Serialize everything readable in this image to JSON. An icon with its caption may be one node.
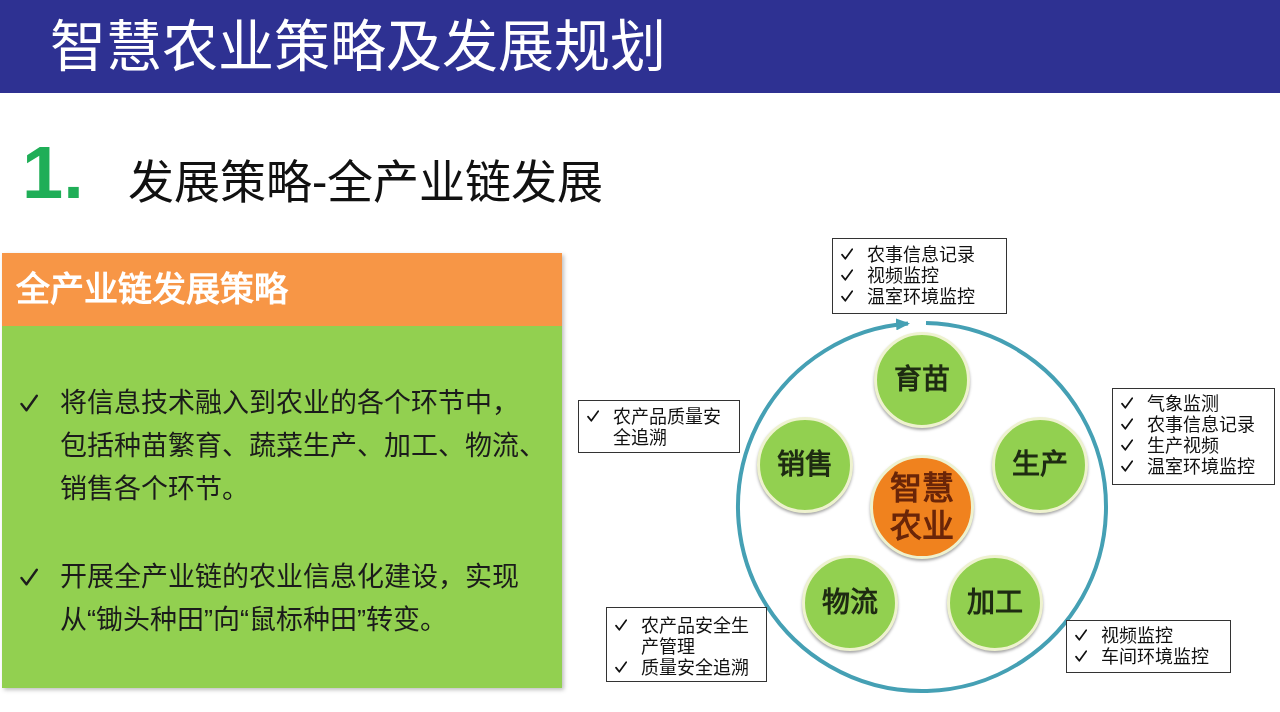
{
  "diagram": {
    "title": "智慧农业策略及发展规划",
    "nodes": [
      {
        "text": [
          "全产业链发展策略",
          "将信息技术融入到农业的各个环节中，包括种苗繁育、蔬菜生产、加工、物流、销售各个环节。",
          "开展全产业链的农业信息化建设，实现从“锄头种田”向“鼠标种田”转变。"
        ]
      },
      {
        "text": [
          "智慧农业"
        ]
      },
      {
        "text": [
          "育苗"
        ]
      },
      {
        "text": [
          "生产"
        ]
      },
      {
        "text": [
          "加工"
        ]
      },
      {
        "text": [
          "物流"
        ]
      },
      {
        "text": [
          "销售"
        ]
      },
      {
        "text": [
          "农事信息记录",
          "视频监控",
          "温室环境监控"
        ]
      },
      {
        "text": [
          "农产品质量安全追溯"
        ]
      },
      {
        "text": [
          "气象监测",
          "农事信息记录",
          "生产视频",
          "温室环境监控"
        ]
      },
      {
        "text": [
          "农产品安全生产管理",
          "质量安全追溯"
        ]
      },
      {
        "text": [
          "视频监控",
          "车间环境监控"
        ]
      }
    ],
    "labels": [
      "1.",
      "发展策略-全产业链发展"
    ]
  }
}
